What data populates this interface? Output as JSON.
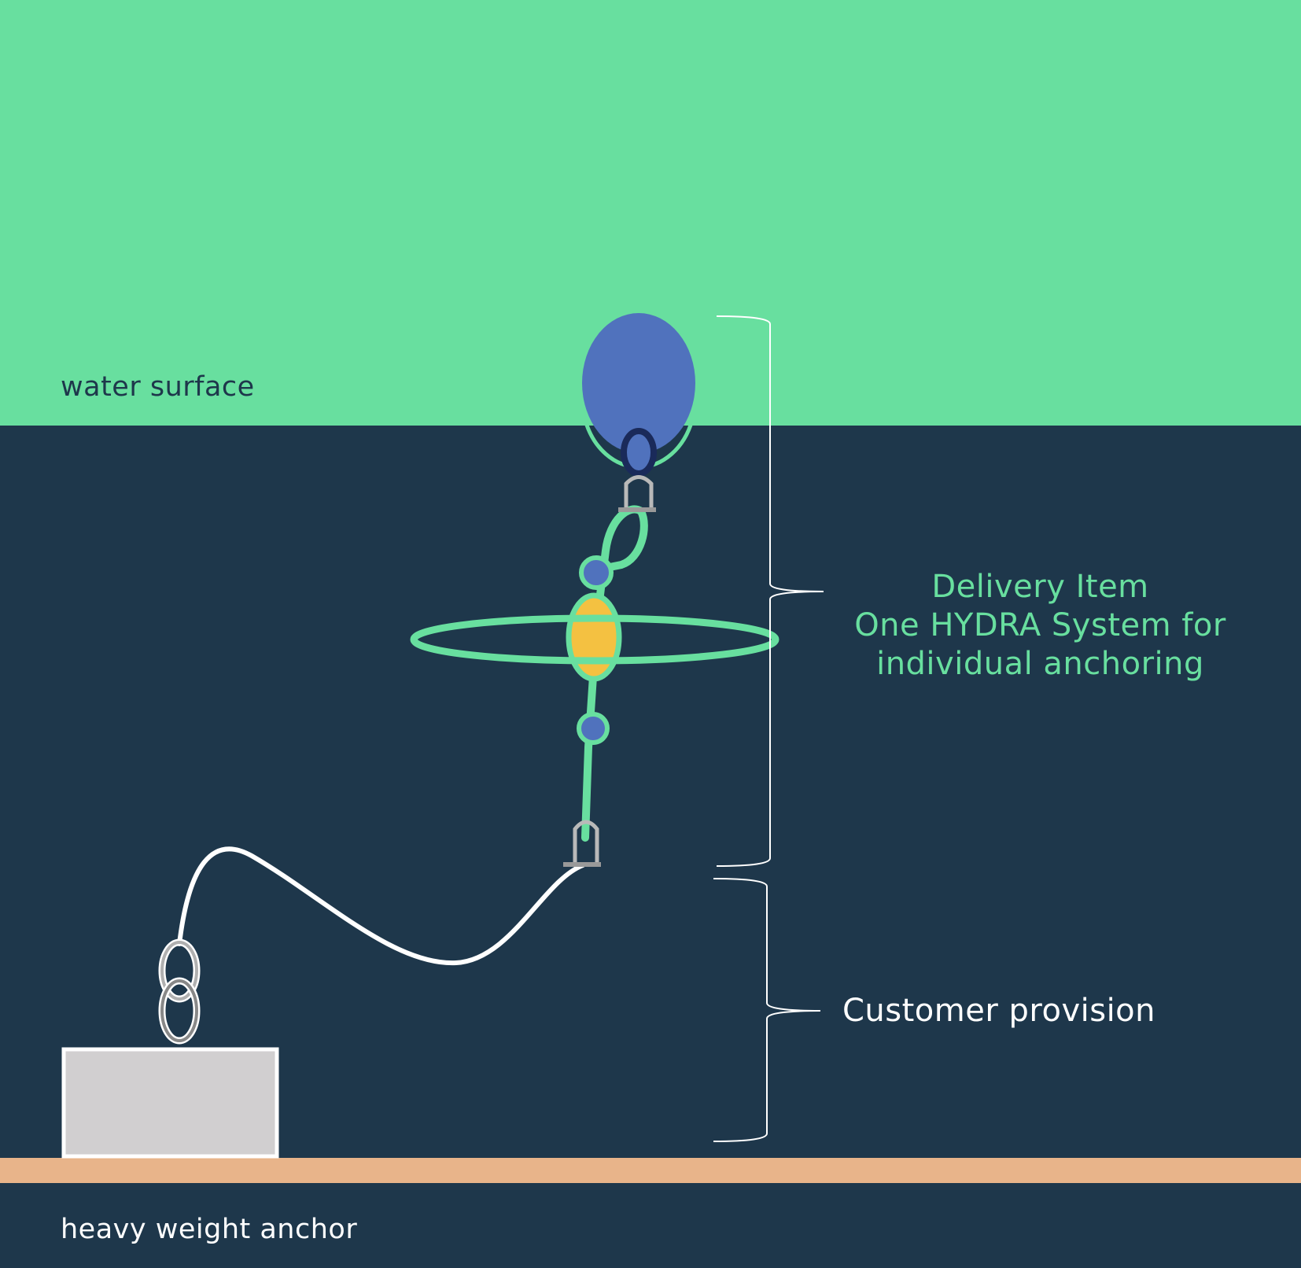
{
  "labels": {
    "water_surface": "water surface",
    "heavy_weight_anchor": "heavy weight anchor",
    "delivery_item": [
      "Delivery Item",
      "One HYDRA System for",
      "individual anchoring"
    ],
    "customer_provision": "Customer provision"
  },
  "colors": {
    "surface": "#68df9f",
    "water": "#1e374b",
    "seabed": "#e8b48a",
    "buoy": "#5072bd",
    "float": "#f4c141",
    "anchor_block": "#d1cfd0"
  }
}
